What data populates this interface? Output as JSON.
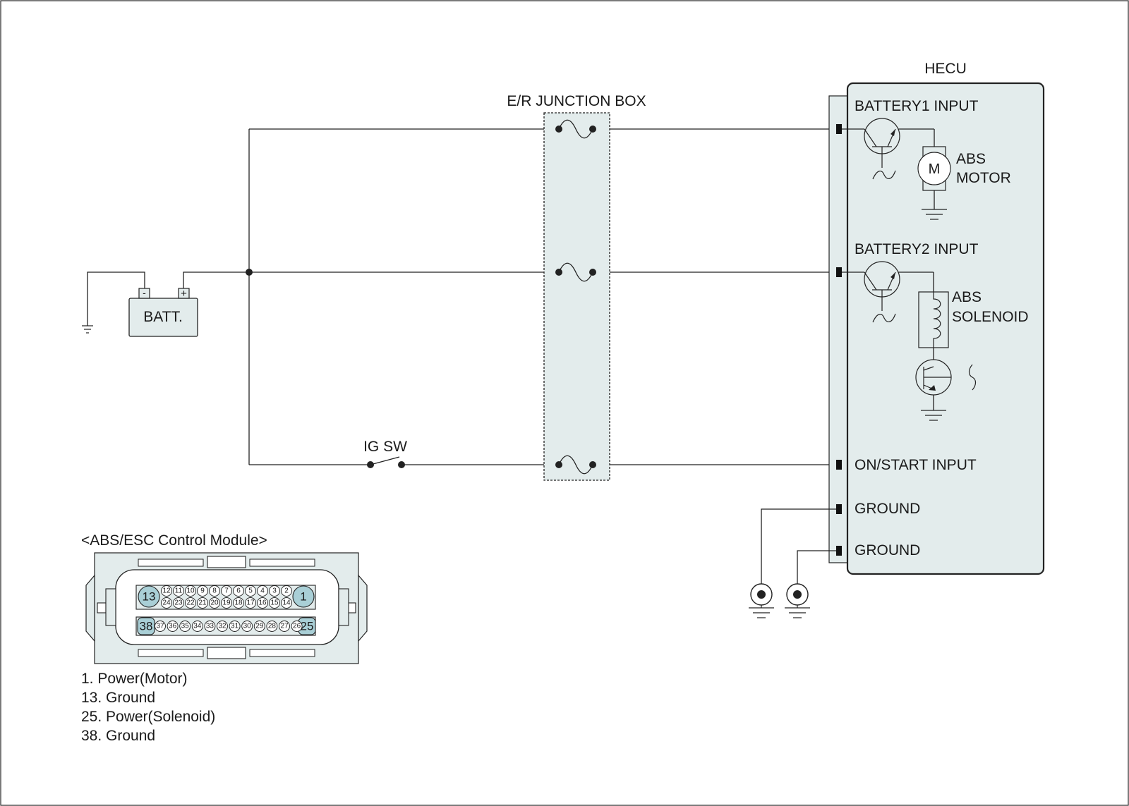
{
  "junction_box": {
    "label": "E/R JUNCTION BOX"
  },
  "hecu": {
    "label": "HECU",
    "battery1_input": "BATTERY1 INPUT",
    "battery2_input": "BATTERY2 INPUT",
    "on_start_input": "ON/START INPUT",
    "ground_1": "GROUND",
    "ground_2": "GROUND",
    "abs_motor": [
      "ABS",
      "MOTOR"
    ],
    "motor_symbol": "M",
    "abs_solenoid": [
      "ABS",
      "SOLENOID"
    ]
  },
  "battery": {
    "label": "BATT.",
    "neg": "-",
    "pos": "+"
  },
  "ig_switch": {
    "label": "IG SW"
  },
  "connector": {
    "title": "<ABS/ESC Control Module>",
    "row1_big_left": "13",
    "row1_big_right": "1",
    "row1_top": [
      "12",
      "11",
      "10",
      "9",
      "8",
      "7",
      "6",
      "5",
      "4",
      "3",
      "2"
    ],
    "row1_bottom": [
      "24",
      "23",
      "22",
      "21",
      "20",
      "19",
      "18",
      "17",
      "16",
      "15",
      "14"
    ],
    "row2_big_left": "38",
    "row2_big_right": "25",
    "row2": [
      "37",
      "36",
      "35",
      "34",
      "33",
      "32",
      "31",
      "30",
      "29",
      "28",
      "27",
      "26"
    ]
  },
  "pin_legend": [
    "1. Power(Motor)",
    "13. Ground",
    "25. Power(Solenoid)",
    "38. Ground"
  ],
  "colors": {
    "fill_light": "#e3ecec",
    "pin_highlight": "#a9cfd6",
    "line": "#222222"
  }
}
